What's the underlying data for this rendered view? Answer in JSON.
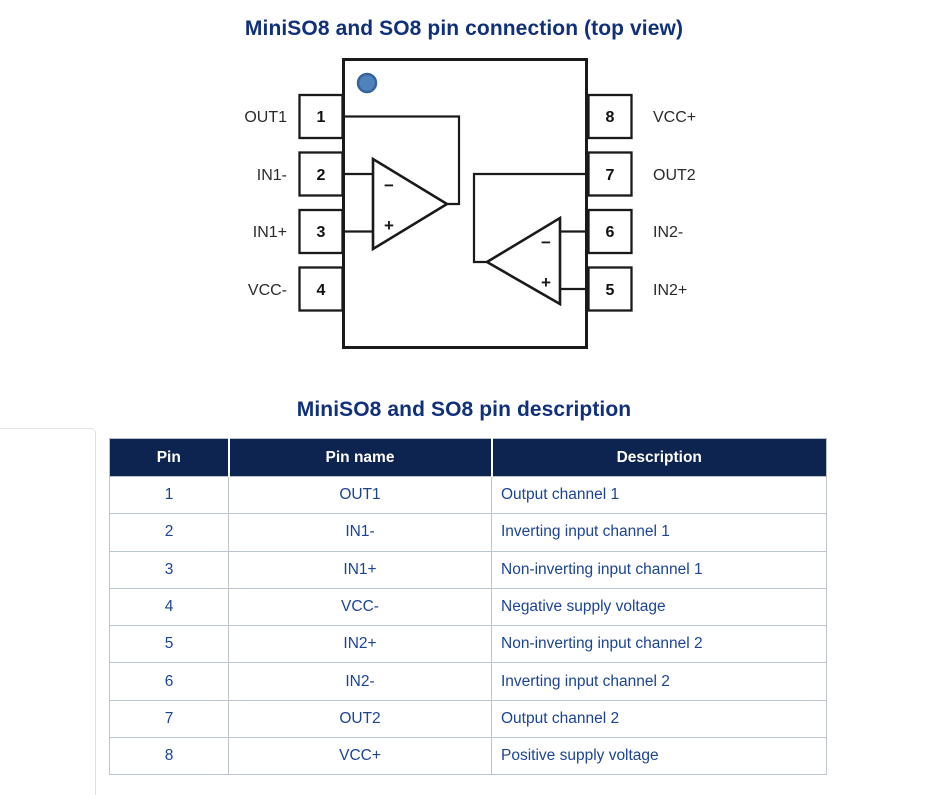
{
  "figure1": {
    "title": "MiniSO8 and SO8 pin connection (top view)",
    "left_pins": [
      {
        "number": "1",
        "label": "OUT1"
      },
      {
        "number": "2",
        "label": "IN1-"
      },
      {
        "number": "3",
        "label": "IN1+"
      },
      {
        "number": "4",
        "label": "VCC-"
      }
    ],
    "right_pins": [
      {
        "number": "8",
        "label": "VCC+"
      },
      {
        "number": "7",
        "label": "OUT2"
      },
      {
        "number": "6",
        "label": "IN2-"
      },
      {
        "number": "5",
        "label": "IN2+"
      }
    ],
    "opamp1": {
      "minus": "−",
      "plus": "+"
    },
    "opamp2": {
      "minus": "−",
      "plus": "+"
    }
  },
  "figure2": {
    "title": "MiniSO8 and SO8 pin description",
    "table": {
      "headers": [
        "Pin",
        "Pin name",
        "Description"
      ],
      "rows": [
        [
          "1",
          "OUT1",
          "Output channel 1"
        ],
        [
          "2",
          "IN1-",
          "Inverting input channel 1"
        ],
        [
          "3",
          "IN1+",
          "Non-inverting input channel 1"
        ],
        [
          "4",
          "VCC-",
          "Negative supply voltage"
        ],
        [
          "5",
          "IN2+",
          "Non-inverting input channel 2"
        ],
        [
          "6",
          "IN2-",
          "Inverting input channel 2"
        ],
        [
          "7",
          "OUT2",
          "Output channel 2"
        ],
        [
          "8",
          "VCC+",
          "Positive supply voltage"
        ]
      ]
    }
  },
  "colors": {
    "title_text": "#10307c",
    "table_header_bg": "#0d2350",
    "table_header_text": "#ffffff",
    "table_body_text": "#1b4397",
    "table_border": "#b9c2cc",
    "diagram_line": "#1a1a1a",
    "pin1_dot_fill": "#4f81bd",
    "pin1_dot_stroke": "#36639e"
  }
}
